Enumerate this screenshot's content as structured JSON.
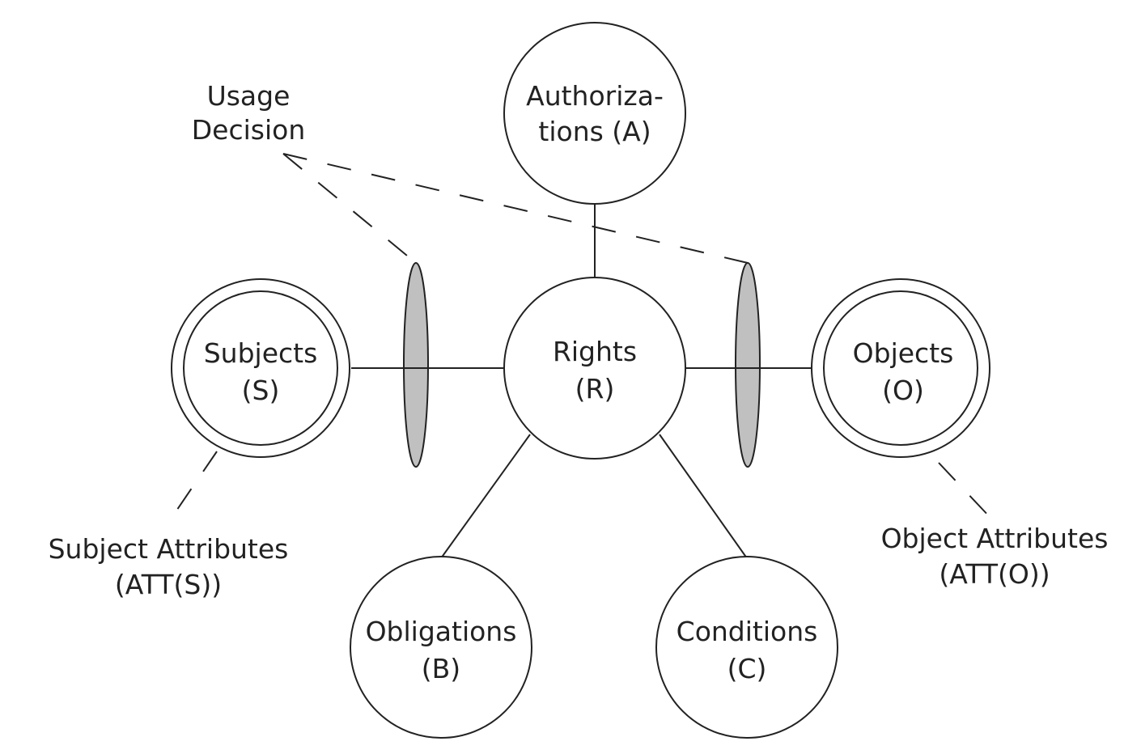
{
  "nodes": {
    "authorizations": {
      "line1": "Authoriza-",
      "line2": "tions (A)"
    },
    "rights": {
      "line1": "Rights",
      "line2": "(R)"
    },
    "subjects": {
      "line1": "Subjects",
      "line2": "(S)"
    },
    "objects": {
      "line1": "Objects",
      "line2": "(O)"
    },
    "obligations": {
      "line1": "Obligations",
      "line2": "(B)"
    },
    "conditions": {
      "line1": "Conditions",
      "line2": "(C)"
    }
  },
  "labels": {
    "usage_decision": {
      "line1": "Usage",
      "line2": "Decision"
    },
    "subject_attributes": {
      "line1": "Subject Attributes",
      "line2": "(ATT(S))"
    },
    "object_attributes": {
      "line1": "Object Attributes",
      "line2": "(ATT(O))"
    }
  },
  "colors": {
    "decision_ellipse_fill": "#c0c0c0",
    "stroke": "#222222"
  }
}
